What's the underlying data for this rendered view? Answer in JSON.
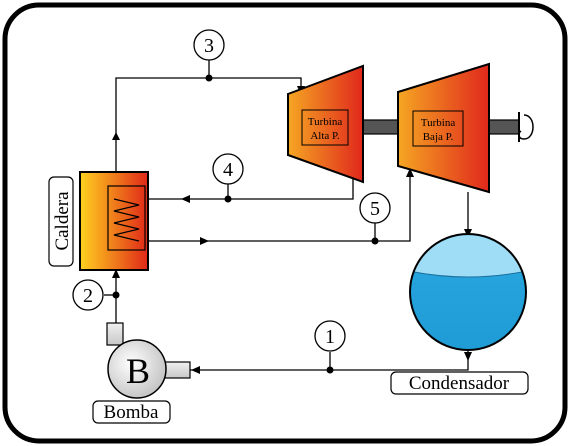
{
  "diagram": {
    "state_points": [
      "1",
      "2",
      "3",
      "4",
      "5"
    ],
    "components": {
      "hp_turbine": {
        "line1": "Turbina",
        "line2": "Alta P."
      },
      "lp_turbine": {
        "line1": "Turbina",
        "line2": "Baja P."
      },
      "boiler": "Caldera",
      "pump_symbol": "B",
      "pump": "Bomba",
      "condenser": "Condensador"
    },
    "colors": {
      "frame": "#000000",
      "turbine_fill_light": "#f5a623",
      "turbine_fill_dark": "#e0281c",
      "boiler_fill_light": "#ffd21f",
      "boiler_fill_dark": "#e02818",
      "shaft": "#555555",
      "condenser_water": "#2aa8e0",
      "condenser_top": "#9fdcf5",
      "pump_gray": "#dcdcdc"
    }
  }
}
